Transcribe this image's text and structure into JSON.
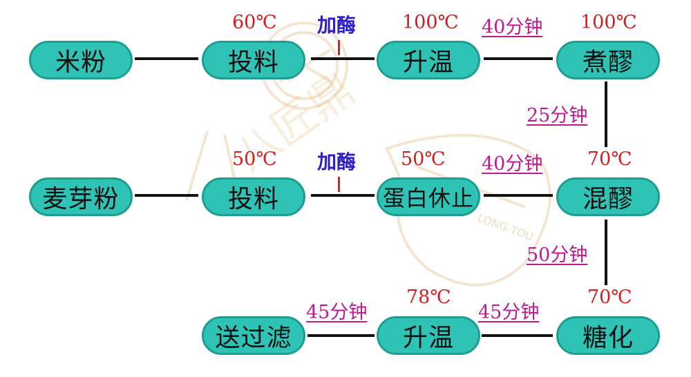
{
  "nodes": {
    "rice_flour": "米粉",
    "rice_feed": "投料",
    "rice_heat": "升温",
    "cook_mash": "煮醪",
    "malt_flour": "麦芽粉",
    "malt_feed": "投料",
    "protein_rest": "蛋白休止",
    "mix_mash": "混醪",
    "saccharify": "糖化",
    "heat_final": "升温",
    "to_filter": "送过滤"
  },
  "labels": {
    "t_rice_feed": "60℃",
    "add_enzyme_1": "加酶",
    "t_rice_heat": "100℃",
    "d_rice_heat": "40分钟",
    "t_cook_mash": "100℃",
    "d_cook": "25分钟",
    "t_malt_feed": "50℃",
    "add_enzyme_2": "加酶",
    "t_protein_rest": "50℃",
    "d_protein_rest": "40分钟",
    "t_mix_mash": "70℃",
    "d_mix": "50分钟",
    "t_saccharify": "70℃",
    "d_saccharify": "45分钟",
    "t_heat_final": "78℃",
    "d_heat_final": "45分钟"
  },
  "watermark": {
    "text": "八匠鼎",
    "brand_en": "LONG TOU"
  },
  "colors": {
    "node_fill": "#2fc3b5",
    "temperature": "#d21e1e",
    "duration": "#c2188d",
    "enzyme": "#2d1ec7"
  }
}
